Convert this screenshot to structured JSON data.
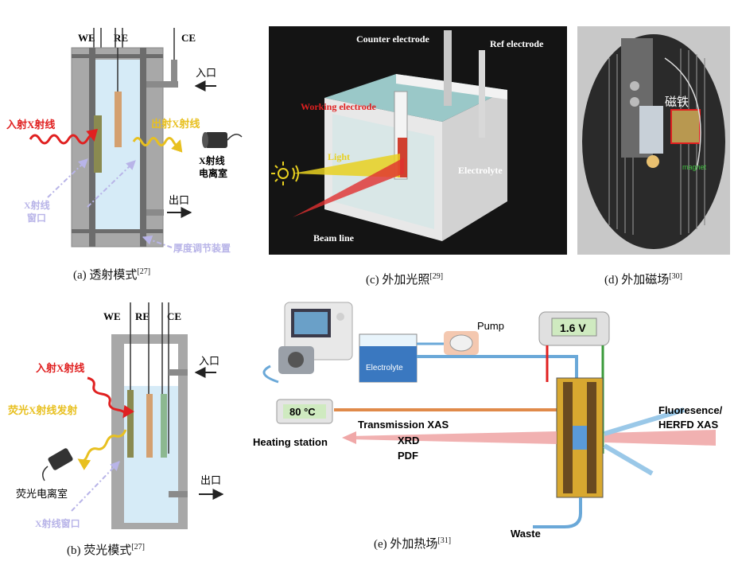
{
  "panel_a": {
    "we": "WE",
    "re": "RE",
    "ce": "CE",
    "inlet": "入口",
    "outlet": "出口",
    "incident": "入射X射线",
    "outgoing": "出射X射线",
    "chamber": [
      "X射线",
      "电离室"
    ],
    "window": [
      "X射线",
      "窗口"
    ],
    "thickness": "厚度调节装置",
    "caption": "(a)  透射模式",
    "ref": "[27]"
  },
  "panel_b": {
    "we": "WE",
    "re": "RE",
    "ce": "CE",
    "inlet": "入口",
    "outlet": "出口",
    "incident": "入射X射线",
    "emission": "荧光X射线发射",
    "chamber": "荧光电离室",
    "window": "X射线窗口",
    "caption": "(b)  荧光模式",
    "ref": "[27]"
  },
  "panel_c": {
    "counter": "Counter electrode",
    "ref_el": "Ref electrode",
    "working": "Working electrode",
    "light": "Light",
    "electrolyte": "Electrolyte",
    "beam": "Beam line",
    "caption": "(c)  外加光照",
    "ref": "[29]"
  },
  "panel_d": {
    "magnet": "磁铁",
    "magnet_en": "magnet",
    "caption": "(d)  外加磁场",
    "ref": "[30]"
  },
  "panel_e": {
    "pump": "Pump",
    "voltage": "1.6 V",
    "electrolyte": "Electrolyte",
    "temp": "80 °C",
    "heating": "Heating station",
    "transmission": "Transmission XAS",
    "xrd": "XRD",
    "pdf": "PDF",
    "fluor": [
      "Fluoresence/",
      "HERFD XAS"
    ],
    "waste": "Waste",
    "caption": "(e)  外加热场",
    "ref": "[31]"
  },
  "colors": {
    "red": "#e02020",
    "gold": "#e8c020",
    "lavender": "#b8b4e8",
    "wall": "#a8a8a8",
    "liquid": "#d6ebf7",
    "dark_bg": "#141414",
    "water": "#9ac8c8",
    "blue_tube": "#6aa8d8",
    "orange_tube": "#e08a4a",
    "pink_beam": "#f0a8a8",
    "lcd_green": "#cfeac0"
  }
}
